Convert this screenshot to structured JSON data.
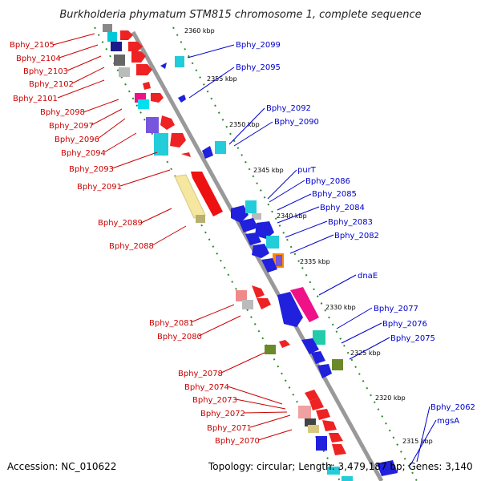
{
  "title": "Burkholderia phymatum STM815 chromosome 1, complete sequence",
  "footer": {
    "accession": "Accession: NC_010622",
    "topology": "Topology: circular; Length: 3,479,187 bp; Genes: 3,140"
  },
  "colors": {
    "plus_strand_label": "#cc0000",
    "minus_strand_label": "#0000cc",
    "backbone": "#999999",
    "ticks": "#2a8a2a"
  },
  "scale_labels": [
    "2360 kbp",
    "2355 kbp",
    "2350 kbp",
    "2345 kbp",
    "2340 kbp",
    "2335 kbp",
    "2330 kbp",
    "2325 kbp",
    "2320 kbp",
    "2315 kbp"
  ],
  "left_labels": [
    "Bphy_2105",
    "Bphy_2104",
    "Bphy_2103",
    "Bphy_2102",
    "Bphy_2101",
    "Bphy_2098",
    "Bphy_2097",
    "Bphy_2096",
    "Bphy_2094",
    "Bphy_2093",
    "Bphy_2091",
    "Bphy_2089",
    "Bphy_2088",
    "Bphy_2081",
    "Bphy_2080",
    "Bphy_2078",
    "Bphy_2074",
    "Bphy_2073",
    "Bphy_2072",
    "Bphy_2071",
    "Bphy_2070"
  ],
  "right_labels": [
    "Bphy_2099",
    "Bphy_2095",
    "Bphy_2092",
    "Bphy_2090",
    "purT",
    "Bphy_2086",
    "Bphy_2085",
    "Bphy_2084",
    "Bphy_2083",
    "Bphy_2082",
    "dnaE",
    "Bphy_2077",
    "Bphy_2076",
    "Bphy_2075",
    "Bphy_2062",
    "mgsA"
  ]
}
